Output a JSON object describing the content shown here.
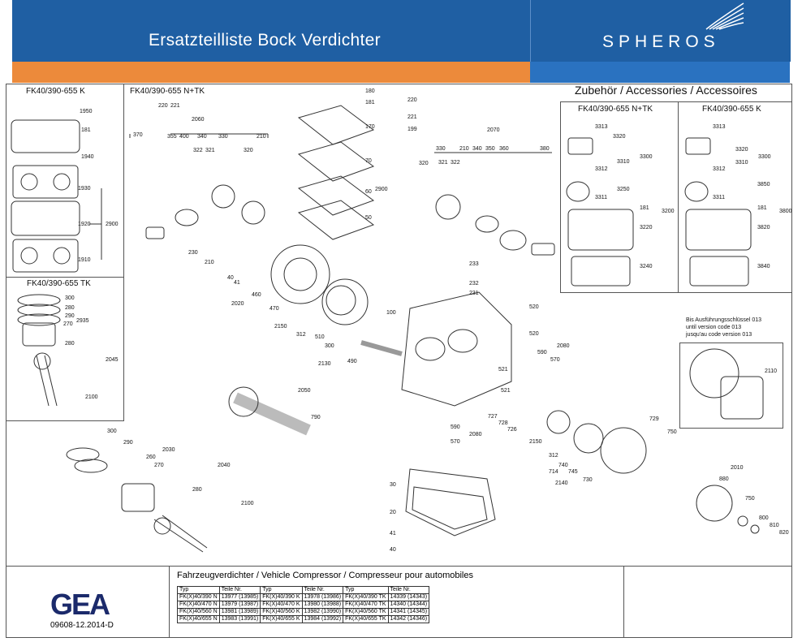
{
  "header": {
    "title": "Ersatzteilliste Bock Verdichter",
    "brand": "SPHEROS"
  },
  "panels": {
    "fk_k": "FK40/390-655  K",
    "fk_ntk": "FK40/390-655  N+TK",
    "fk_tk": "FK40/390-655  TK",
    "accessories": "Zubehör / Accessories / Accessoires",
    "acc_ntk": "FK40/390-655  N+TK",
    "acc_k": "FK40/390-655  K",
    "version_note": [
      "Bis Ausführungsschlüssel  013",
      "until version code  013",
      "jusqu'au code version 013"
    ]
  },
  "part_numbers": {
    "k_head": [
      "1950",
      "181",
      "1940",
      "1930",
      "1920",
      "2900",
      "1910"
    ],
    "tk": [
      "300",
      "280",
      "290",
      "270",
      "2935",
      "280",
      "2045",
      "2100"
    ],
    "ntk": [
      "220",
      "221",
      "2060",
      "370",
      "355",
      "400",
      "340",
      "330",
      "210",
      "322",
      "321",
      "320",
      "230",
      "210"
    ],
    "center_top": [
      "180",
      "181",
      "170",
      "70",
      "60",
      "2900",
      "50"
    ],
    "right_top": [
      "220",
      "221",
      "199",
      "2070",
      "330",
      "210",
      "340",
      "350",
      "360",
      "380",
      "320",
      "321",
      "322"
    ],
    "acc_ntk": [
      "3313",
      "3320",
      "3300",
      "3310",
      "3312",
      "3250",
      "3311",
      "181",
      "3200",
      "3220",
      "3240"
    ],
    "acc_k": [
      "3313",
      "3320",
      "3300",
      "3310",
      "3312",
      "3850",
      "3311",
      "181",
      "3800",
      "3820",
      "3840"
    ],
    "middle": [
      "40",
      "41",
      "460",
      "2020",
      "470",
      "2150",
      "312",
      "510",
      "300",
      "490",
      "2130",
      "233",
      "232",
      "231",
      "100",
      "520",
      "520",
      "590",
      "570",
      "2080",
      "521",
      "521",
      "2050",
      "790",
      "590",
      "2080",
      "570"
    ],
    "lower_left": [
      "300",
      "290",
      "2030",
      "260",
      "270",
      "2040",
      "280",
      "2100"
    ],
    "lower_right": [
      "727",
      "728",
      "726",
      "2150",
      "312",
      "740",
      "714",
      "745",
      "2140",
      "730",
      "729",
      "750",
      "2110",
      "2010",
      "880",
      "750",
      "800",
      "810",
      "820"
    ],
    "bottom": [
      "30",
      "20",
      "41",
      "40"
    ]
  },
  "footer": {
    "title": "Fahrzeugverdichter / Vehicle Compressor / Compresseur pour automobiles",
    "logo": "GEA",
    "doc_number": "09608-12.2014-D",
    "table_header": [
      "Typ",
      "Teile Nr.",
      "Typ",
      "Teile Nr.",
      "Typ",
      "Teile Nr."
    ],
    "table_rows": [
      [
        "FK(X)40/390  N",
        "13977  (13985)",
        "FK(X)40/390  K",
        "13978  (13986)",
        "FK(X)40/390  TK",
        "14339  (14343)"
      ],
      [
        "FK(X)40/470  N",
        "13979  (13987)",
        "FK(X)40/470  K",
        "13980  (13988)",
        "FK(X)40/470  TK",
        "14340  (14344)"
      ],
      [
        "FK(X)40/560  N",
        "13981  (13989)",
        "FK(X)40/560  K",
        "13982  (13990)",
        "FK(X)40/560  TK",
        "14341  (14345)"
      ],
      [
        "FK(X)40/655  N",
        "13983  (13991)",
        "FK(X)40/655  K",
        "13984  (13992)",
        "FK(X)40/655  TK",
        "14342  (14346)"
      ]
    ]
  },
  "colors": {
    "blue": "#1f5fa3",
    "orange": "#ec8a3b",
    "gea": "#1b2a6b"
  }
}
